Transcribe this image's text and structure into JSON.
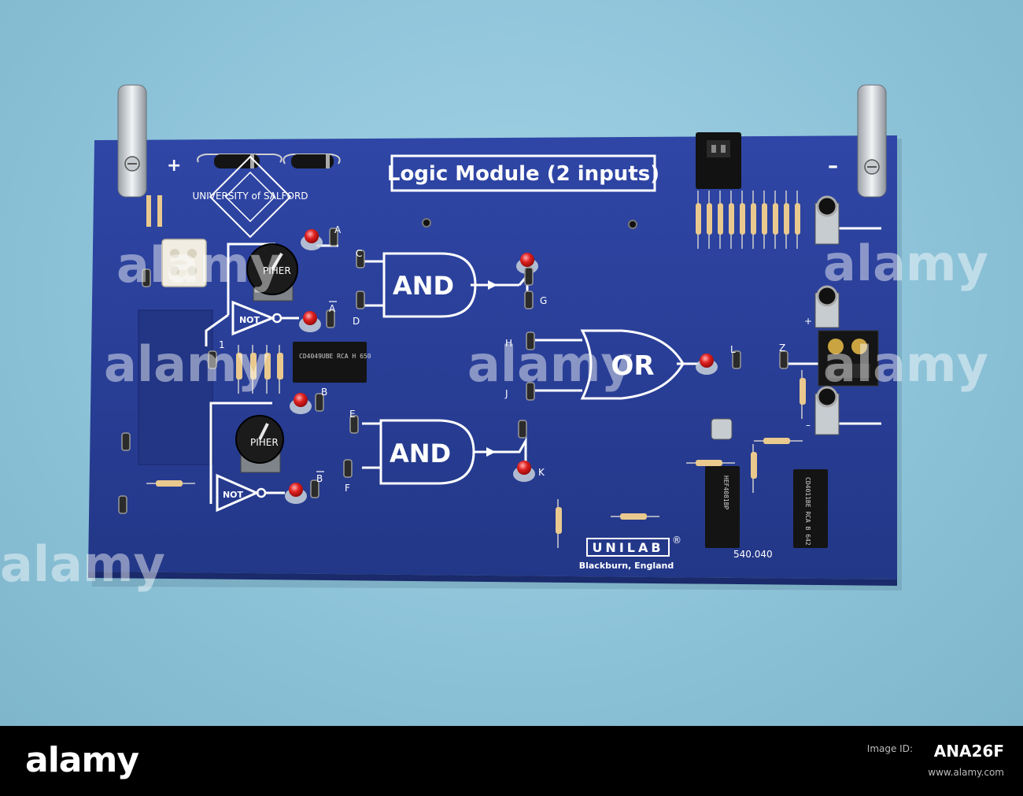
{
  "board": {
    "title": "Logic Module (2 inputs)",
    "plus_terminal": "+",
    "minus_terminal": "–",
    "university_logo": "UNIVERSITY of SALFORD",
    "brand": "UNILAB",
    "brand_registered": "®",
    "location": "Blackburn, England",
    "model_number": "540.040",
    "pin_one": "1"
  },
  "gates": {
    "and_top": "AND",
    "and_bottom": "AND",
    "or": "OR",
    "not_top": "NOT",
    "not_bottom": "NOT"
  },
  "pins": {
    "A": "A",
    "A_bar": "A",
    "B": "B",
    "B_bar": "B",
    "C": "C",
    "D": "D",
    "E": "E",
    "F": "F",
    "G": "G",
    "H": "H",
    "J": "J",
    "K": "K",
    "L": "L",
    "Z": "Z",
    "plus_small": "+",
    "minus_small": "–"
  },
  "chips": {
    "left": "CD4049UBE RCA H 650",
    "right_a": "HEF4081BP",
    "right_b": "CD4011BE RCA B 642"
  },
  "potentiometer": "PIHER",
  "watermark": "alamy",
  "stock_strip": {
    "logo": "alamy",
    "image_id_label": "Image ID:",
    "image_id": "ANA26F",
    "url": "www.alamy.com"
  },
  "colors": {
    "board_blue": "#2a3f9c",
    "background": "#8ec3d8",
    "led_red": "#e02020"
  }
}
